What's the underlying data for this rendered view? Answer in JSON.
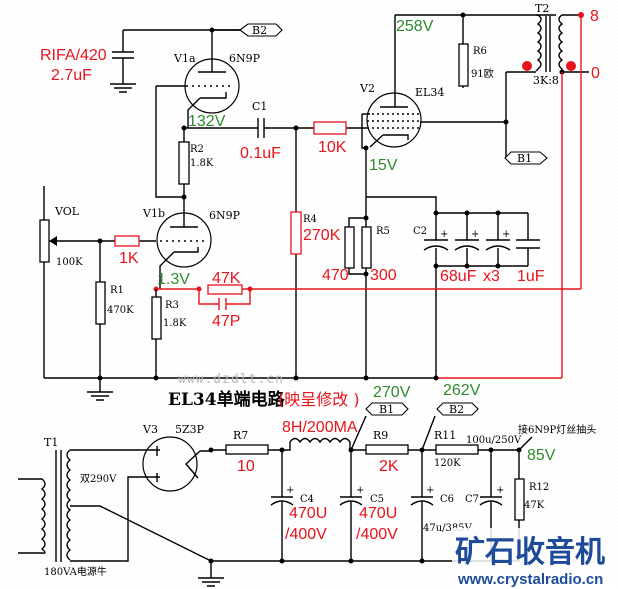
{
  "title": {
    "main": "EL34单端电路",
    "note": "(映呈修改 )"
  },
  "watermark": "www.dzdlt.cn",
  "logo": {
    "name": "矿石收音机",
    "url": "www.crystalradio.cn"
  },
  "components": {
    "c_rifa": {
      "label1": "RIFA/420",
      "label2": "2.7uF"
    },
    "v1a": {
      "ref": "V1a",
      "type": "6N9P"
    },
    "v1b": {
      "ref": "V1b",
      "type": "6N9P"
    },
    "v2": {
      "ref": "V2",
      "type": "EL34"
    },
    "v3": {
      "ref": "V3",
      "type": "5Z3P"
    },
    "c1": {
      "ref": "C1",
      "value": "0.1uF"
    },
    "r2": {
      "ref": "R2",
      "value": "1.8K"
    },
    "r3": {
      "ref": "R3",
      "value": "1.8K"
    },
    "r1": {
      "ref": "R1",
      "value": "470K"
    },
    "r4": {
      "ref": "R4",
      "value": "270K"
    },
    "r5": {
      "ref": "R5",
      "value_a": "470",
      "value_b": "300"
    },
    "r6": {
      "ref": "R6",
      "value": "91欧"
    },
    "r_grid": {
      "value": "10K"
    },
    "r_in": {
      "value": "1K"
    },
    "r_fb": {
      "value": "47K"
    },
    "c_fb": {
      "value": "47P"
    },
    "vol": {
      "ref": "VOL",
      "value": "100K"
    },
    "c2": {
      "ref": "C2",
      "value1": "68uF",
      "value2": "x3",
      "value3": "1uF"
    },
    "t2": {
      "ref": "T2",
      "ratio": "3K:8",
      "tap_8": "8",
      "tap_0": "0"
    },
    "t1": {
      "ref": "T1",
      "secondary": "双290V",
      "rating": "180VA电源牛"
    },
    "r7": {
      "ref": "R7",
      "value": "10"
    },
    "choke": {
      "value": "8H/200MA"
    },
    "c4": {
      "ref": "C4",
      "value1": "470U",
      "value2": "/400V"
    },
    "c5": {
      "ref": "C5",
      "value1": "470U",
      "value2": "/400V"
    },
    "r9": {
      "ref": "R9",
      "value": "2K"
    },
    "r11": {
      "ref": "R11",
      "value": "120K"
    },
    "c6": {
      "ref": "C6",
      "value": "47u/385V"
    },
    "c7": {
      "ref": "C7",
      "value": "100u/250V"
    },
    "r12": {
      "ref": "R12",
      "value": "47K"
    },
    "filament_note": "接6N9P灯丝抽头"
  },
  "nets": {
    "b1": "B1",
    "b2": "B2"
  },
  "voltages": {
    "v1a_cathode": "132V",
    "v1b_cathode": "1.3V",
    "v2_plate": "258V",
    "v2_cathode": "15V",
    "b1": "270V",
    "b2": "262V",
    "filament_tap": "85V"
  }
}
